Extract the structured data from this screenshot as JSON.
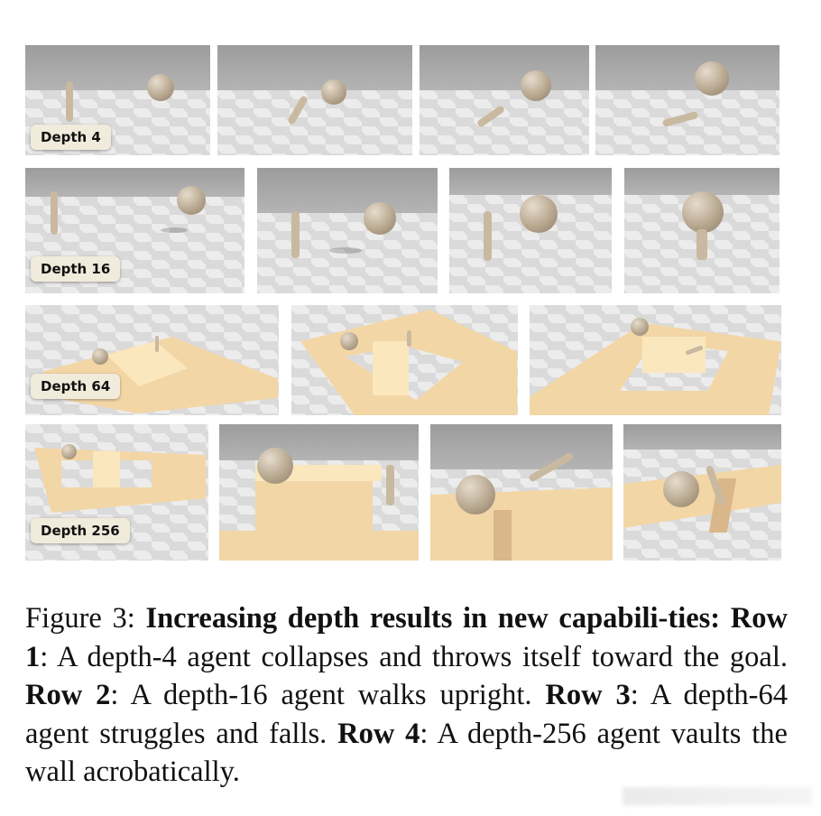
{
  "figure": {
    "rows": [
      {
        "label": "Depth 4",
        "panels": 4
      },
      {
        "label": "Depth 16",
        "panels": 4
      },
      {
        "label": "Depth 64",
        "panels": 3
      },
      {
        "label": "Depth 256",
        "panels": 4
      }
    ]
  },
  "caption": {
    "prefix": "Figure 3: ",
    "title": "Increasing depth results in new capabili-ties:",
    "r1_label": "Row 1",
    "r1_text": ": A depth-4 agent collapses and throws itself toward the goal. ",
    "r2_label": "Row 2",
    "r2_text": ": A depth-16 agent walks upright. ",
    "r3_label": "Row 3",
    "r3_text": ": A depth-64 agent struggles and falls. ",
    "r4_label": "Row 4",
    "r4_text": ": A depth-256 agent vaults the wall acrobatically."
  }
}
